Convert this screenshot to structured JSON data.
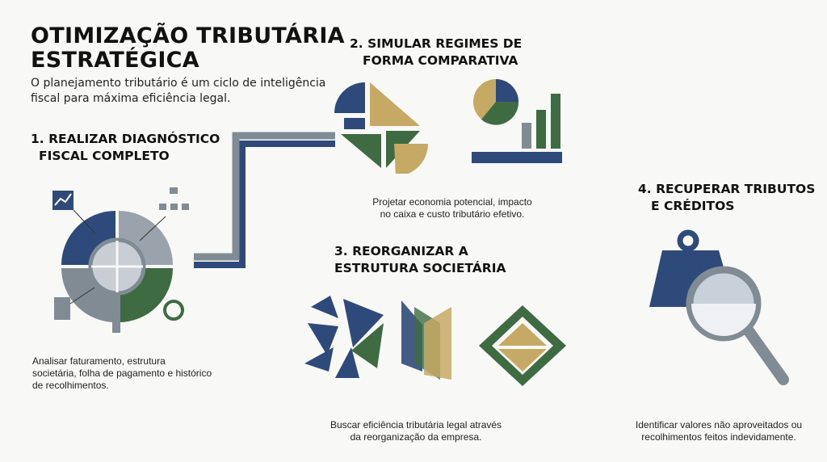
{
  "header": {
    "title_line1": "OTIMIZAÇÃO TRIBUTÁRIA",
    "title_line2": "ESTRATÉGICA",
    "subtitle_line1": "O planejamento tributário é um ciclo de inteligência",
    "subtitle_line2": "fiscal para máxima eficiência legal."
  },
  "steps": [
    {
      "title_line1": "1. REALIZAR DIAGNÓSTICO",
      "title_line2": "FISCAL COMPLETO",
      "desc_line1": "Analisar faturamento, estrutura",
      "desc_line2": "societária, folha de pagamento e histórico",
      "desc_line3": "de recolhimentos."
    },
    {
      "title_line1": "2. SIMULAR REGIMES DE",
      "title_line2": "FORMA COMPARATIVA",
      "desc_line1": "Projetar economia potencial, impacto",
      "desc_line2": "no caixa e custo tributário efetivo."
    },
    {
      "title_line1": "3. REORGANIZAR A",
      "title_line2": "ESTRUTURA SOCIETÁRIA",
      "desc_line1": "Buscar eficiência tributária legal através",
      "desc_line2": "da reorganização da empresa."
    },
    {
      "title_line1": "4. RECUPERAR TRIBUTOS",
      "title_line2": "E CRÉDITOS",
      "desc_line1": "Identificar valores não aproveitados ou",
      "desc_line2": "recolhimentos feitos indevidamente."
    }
  ],
  "colors": {
    "navy": "#2d4a7a",
    "green": "#3e6b41",
    "gold": "#c6a965",
    "gray": "#808b94"
  }
}
